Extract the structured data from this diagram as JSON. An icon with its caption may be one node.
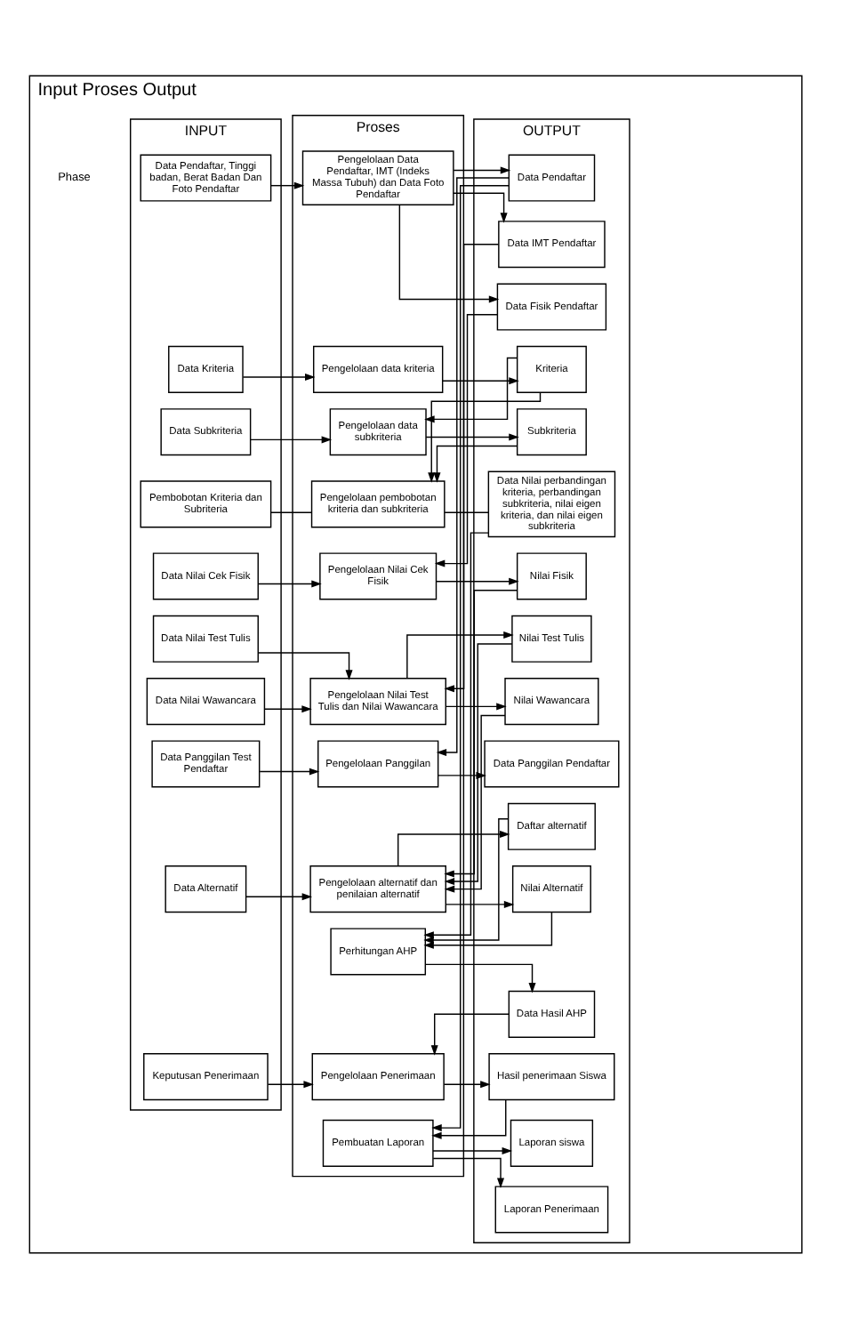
{
  "diagram": {
    "nodes": [
      {
        "text": [
          "Input Proses Output"
        ]
      },
      {
        "text": [
          "INPUT"
        ],
        "in": 0
      },
      {
        "text": [
          "Proses"
        ],
        "in": 0
      },
      {
        "text": [
          "OUTPUT"
        ],
        "in": 0
      },
      {
        "text": [
          "Data Pendaftar, Tinggi badan, Berat Badan Dan Foto Pendaftar"
        ],
        "in": 1
      },
      {
        "text": [
          "Data Kriteria"
        ],
        "in": 1
      },
      {
        "text": [
          "Data Subkriteria"
        ],
        "in": 1
      },
      {
        "text": [
          "Pembobotan Kriteria dan Subriteria"
        ],
        "in": 1
      },
      {
        "text": [
          "Data Nilai Cek Fisik"
        ],
        "in": 1
      },
      {
        "text": [
          "Data Nilai Test Tulis"
        ],
        "in": 1
      },
      {
        "text": [
          "Data Nilai Wawancara"
        ],
        "in": 1
      },
      {
        "text": [
          "Data Panggilan Test Pendaftar"
        ],
        "in": 1
      },
      {
        "text": [
          "Data Alternatif"
        ],
        "in": 1
      },
      {
        "text": [
          "Keputusan Penerimaan"
        ],
        "in": 1
      },
      {
        "text": [
          "Pengelolaan Data Pendaftar, IMT (Indeks Massa Tubuh) dan Data Foto Pendaftar"
        ],
        "in": 2
      },
      {
        "text": [
          "Pengelolaan data kriteria"
        ],
        "in": 2
      },
      {
        "text": [
          "Pengelolaan data subkriteria"
        ],
        "in": 2
      },
      {
        "text": [
          "Pengelolaan pembobotan kriteria dan subkriteria"
        ],
        "in": 2
      },
      {
        "text": [
          "Pengelolaan Nilai Cek Fisik"
        ],
        "in": 2
      },
      {
        "text": [
          "Pengelolaan Nilai Test Tulis dan Nilai Wawancara"
        ],
        "in": 2
      },
      {
        "text": [
          "Pengelolaan Panggilan"
        ],
        "in": 2
      },
      {
        "text": [
          "Pengelolaan alternatif dan penilaian alternatif"
        ],
        "in": 2
      },
      {
        "text": [
          "Perhitungan AHP"
        ],
        "in": 2
      },
      {
        "text": [
          "Pengelolaan Penerimaan"
        ],
        "in": 2
      },
      {
        "text": [
          "Pembuatan Laporan"
        ],
        "in": 2
      },
      {
        "text": [
          "Data Pendaftar"
        ],
        "in": 3
      },
      {
        "text": [
          "Data IMT Pendaftar"
        ],
        "in": 3
      },
      {
        "text": [
          "Data Fisik Pendaftar"
        ],
        "in": 3
      },
      {
        "text": [
          "Kriteria"
        ],
        "in": 3
      },
      {
        "text": [
          "Subkriteria"
        ],
        "in": 3
      },
      {
        "text": [
          "Data Nilai perbandingan kriteria, perbandingan subkriteria, nilai eigen kriteria, dan nilai eigen subkriteria"
        ],
        "in": 3
      },
      {
        "text": [
          "Nilai Fisik"
        ],
        "in": 3
      },
      {
        "text": [
          "Nilai Test Tulis"
        ],
        "in": 3
      },
      {
        "text": [
          "Nilai Wawancara"
        ],
        "in": 3
      },
      {
        "text": [
          "Data Panggilan Pendaftar"
        ],
        "in": 3
      },
      {
        "text": [
          "Daftar alternatif"
        ],
        "in": 3
      },
      {
        "text": [
          "Nilai Alternatif"
        ],
        "in": 3
      },
      {
        "text": [
          "Data Hasil AHP"
        ],
        "in": 3
      },
      {
        "text": [
          "Hasil penerimaan Siswa"
        ],
        "in": 3
      },
      {
        "text": [
          "Laporan siswa"
        ],
        "in": 3
      },
      {
        "text": [
          "Laporan Penerimaan"
        ],
        "in": 3
      }
    ],
    "edges": [
      {
        "from": 4,
        "to": 14,
        "arrow": "to"
      },
      {
        "from": 14,
        "to": 25,
        "arrow": "to"
      },
      {
        "from": 14,
        "to": 26,
        "arrow": "to"
      },
      {
        "from": 14,
        "to": 27,
        "arrow": "to"
      },
      {
        "from": 5,
        "to": 15,
        "arrow": "to"
      },
      {
        "from": 15,
        "to": 28,
        "arrow": "to"
      },
      {
        "from": 28,
        "to": 16,
        "arrow": "to"
      },
      {
        "from": 6,
        "to": 16,
        "arrow": "to"
      },
      {
        "from": 16,
        "to": 29,
        "arrow": "to"
      },
      {
        "from": 28,
        "to": 17,
        "arrow": "to"
      },
      {
        "from": 29,
        "to": 17,
        "arrow": "to"
      },
      {
        "from": 7,
        "to": 17,
        "arrow": "none"
      },
      {
        "from": 17,
        "to": 30,
        "arrow": "none"
      },
      {
        "from": 27,
        "to": 18,
        "arrow": "to"
      },
      {
        "from": 8,
        "to": 18,
        "arrow": "to"
      },
      {
        "from": 18,
        "to": 31,
        "arrow": "to"
      },
      {
        "from": 26,
        "to": 19,
        "arrow": "to"
      },
      {
        "from": 9,
        "to": 19,
        "arrow": "to"
      },
      {
        "from": 10,
        "to": 19,
        "arrow": "to"
      },
      {
        "from": 19,
        "to": 32,
        "arrow": "to"
      },
      {
        "from": 19,
        "to": 33,
        "arrow": "to"
      },
      {
        "from": 25,
        "to": 20,
        "arrow": "to"
      },
      {
        "from": 11,
        "to": 20,
        "arrow": "to"
      },
      {
        "from": 20,
        "to": 34,
        "arrow": "to"
      },
      {
        "from": 31,
        "to": 21,
        "arrow": "to"
      },
      {
        "from": 32,
        "to": 21,
        "arrow": "to"
      },
      {
        "from": 33,
        "to": 21,
        "arrow": "to"
      },
      {
        "from": 12,
        "to": 21,
        "arrow": "to"
      },
      {
        "from": 21,
        "to": 35,
        "arrow": "to"
      },
      {
        "from": 21,
        "to": 36,
        "arrow": "to"
      },
      {
        "from": 35,
        "to": 22,
        "arrow": "to"
      },
      {
        "from": 36,
        "to": 22,
        "arrow": "to"
      },
      {
        "from": 30,
        "to": 22,
        "arrow": "to"
      },
      {
        "from": 22,
        "to": 37,
        "arrow": "to"
      },
      {
        "from": 37,
        "to": 23,
        "arrow": "to"
      },
      {
        "from": 13,
        "to": 23,
        "arrow": "to"
      },
      {
        "from": 23,
        "to": 38,
        "arrow": "to"
      },
      {
        "from": 38,
        "to": 24,
        "arrow": "to"
      },
      {
        "from": 25,
        "to": 24,
        "arrow": "to"
      },
      {
        "from": 24,
        "to": 39,
        "arrow": "to"
      },
      {
        "from": 24,
        "to": 40,
        "arrow": "to"
      }
    ],
    "labels": [
      "Phase"
    ]
  }
}
